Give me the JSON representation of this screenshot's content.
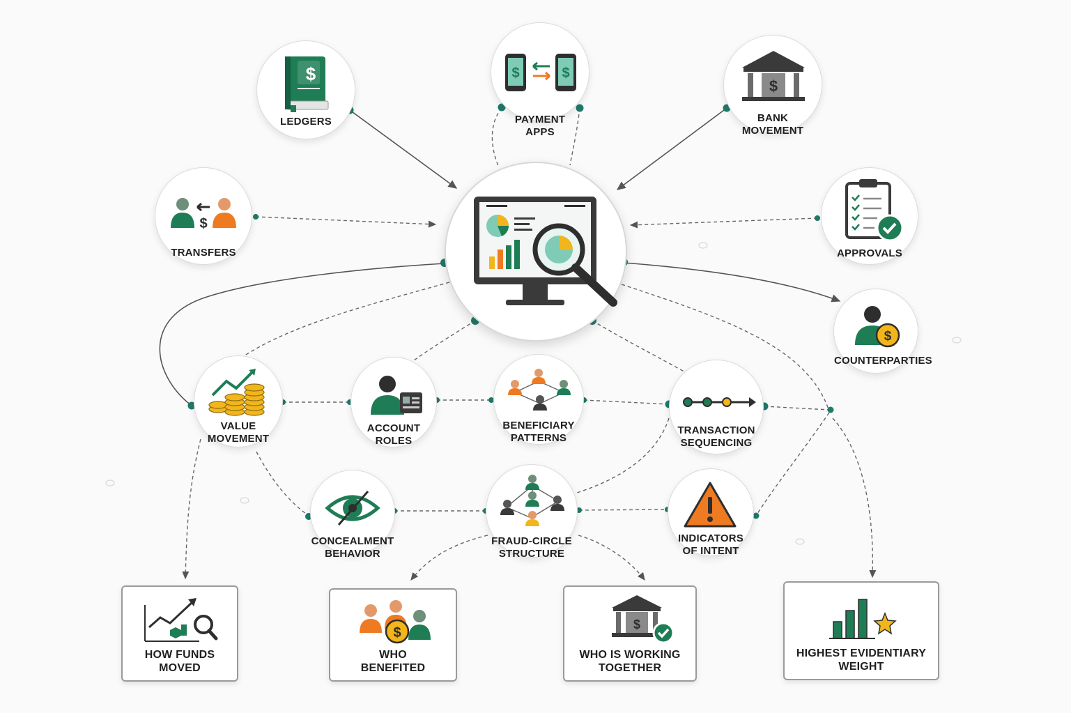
{
  "colors": {
    "green": "#1e7d55",
    "orange": "#ee7a22",
    "yellow": "#f2b51c",
    "dark": "#2e2e2e",
    "teal": "#1f7a6a",
    "line": "#555555"
  },
  "hub": {
    "name": "analysis-monitor",
    "icon": "monitor-magnifier-icon"
  },
  "sources": {
    "ledgers": {
      "label": [
        "LEDGERS"
      ],
      "icon": "ledger-book-icon"
    },
    "payment_apps": {
      "label": [
        "PAYMENT",
        "APPS"
      ],
      "icon": "payment-apps-icon"
    },
    "bank_movement": {
      "label": [
        "BANK",
        "MOVEMENT"
      ],
      "icon": "bank-icon"
    },
    "transfers": {
      "label": [
        "TRANSFERS"
      ],
      "icon": "transfer-people-icon"
    },
    "approvals": {
      "label": [
        "APPROVALS"
      ],
      "icon": "clipboard-check-icon"
    },
    "counterparties": {
      "label": [
        "COUNTERPARTIES"
      ],
      "icon": "person-coin-icon"
    }
  },
  "signals": {
    "value_movement": {
      "label": [
        "VALUE",
        "MOVEMENT"
      ],
      "icon": "coins-trend-icon"
    },
    "account_roles": {
      "label": [
        "ACCOUNT",
        "ROLES"
      ],
      "icon": "person-id-card-icon"
    },
    "beneficiary_patterns": {
      "label": [
        "BENEFICIARY",
        "PATTERNS"
      ],
      "icon": "people-network-icon"
    },
    "transaction_sequencing": {
      "label": [
        "TRANSACTION",
        "SEQUENCING"
      ],
      "icon": "sequence-arrow-icon"
    },
    "concealment_behavior": {
      "label": [
        "CONCEALMENT",
        "BEHAVIOR"
      ],
      "icon": "hidden-eye-icon"
    },
    "fraud_circle_structure": {
      "label": [
        "FRAUD-CIRCLE",
        "STRUCTURE"
      ],
      "icon": "people-hierarchy-icon"
    },
    "indicators_of_intent": {
      "label": [
        "INDICATORS",
        "OF INTENT"
      ],
      "icon": "warning-icon"
    }
  },
  "outcomes": {
    "how_funds_moved": {
      "label": [
        "HOW FUNDS",
        "MOVED"
      ],
      "icon": "chart-magnifier-icon"
    },
    "who_benefited": {
      "label": [
        "WHO",
        "BENEFITED"
      ],
      "icon": "people-coin-icon"
    },
    "who_is_working_together": {
      "label": [
        "WHO IS WORKING",
        "TOGETHER"
      ],
      "icon": "bank-check-icon"
    },
    "highest_evidentiary_weight": {
      "label": [
        "HIGHEST EVIDENTIARY",
        "WEIGHT"
      ],
      "icon": "bar-star-icon"
    }
  },
  "dollar": "$"
}
